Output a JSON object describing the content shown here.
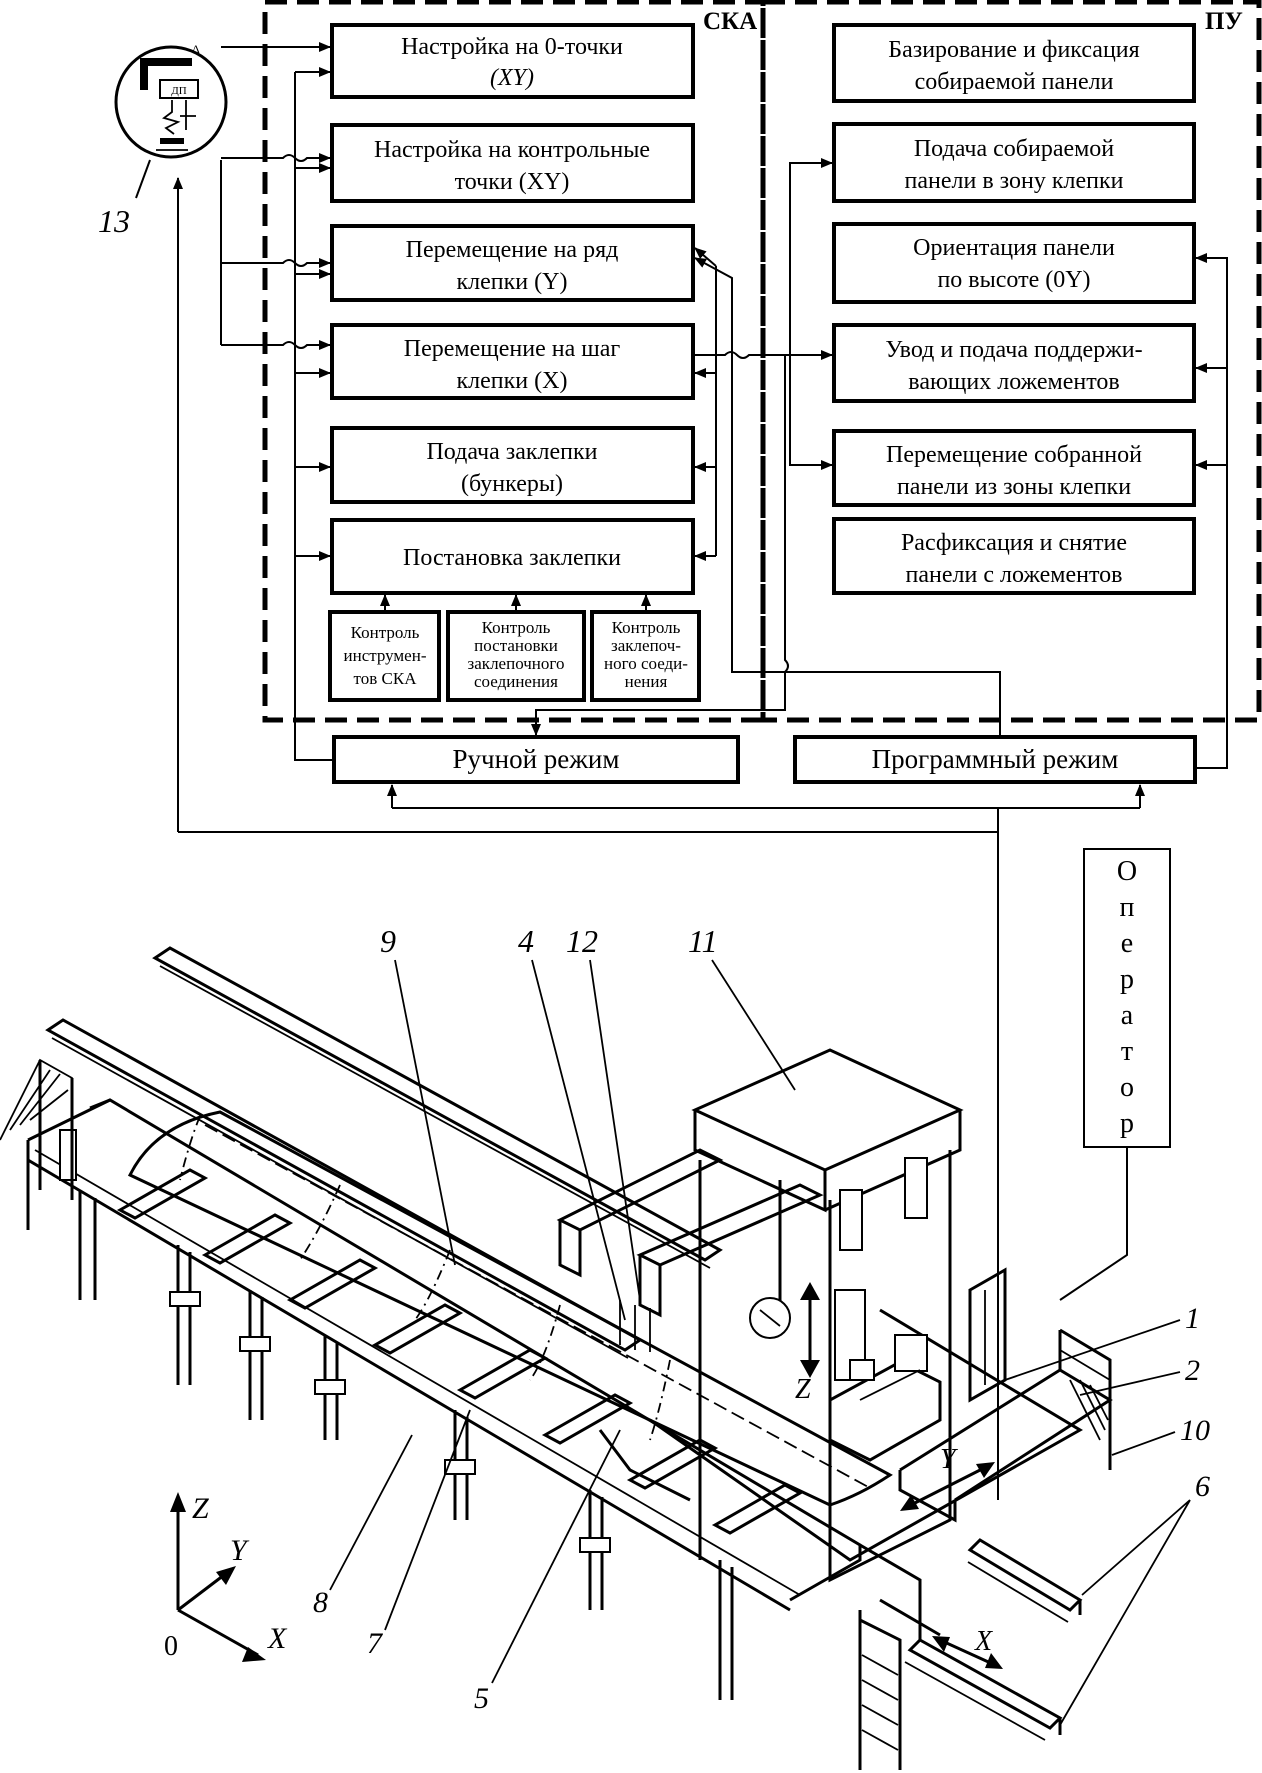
{
  "zones": {
    "ska": "СКА",
    "pu": "ПУ"
  },
  "left_blocks": [
    {
      "l1": "Настройка на 0-точки",
      "l2": "(XY)"
    },
    {
      "l1": "Настройка на контрольные",
      "l2": "точки (XY)"
    },
    {
      "l1": "Перемещение на ряд",
      "l2": "клепки (Y)"
    },
    {
      "l1": "Перемещение на шаг",
      "l2": "клепки (X)"
    },
    {
      "l1": "Подача заклепки",
      "l2": "(бункеры)"
    },
    {
      "l1": "Постановка заклепки",
      "l2": ""
    }
  ],
  "control_blocks": [
    [
      "Контроль",
      "инструмен-",
      "тов СКА"
    ],
    [
      "Контроль",
      "постановки",
      "заклепочного",
      "соединения"
    ],
    [
      "Контроль",
      "заклепоч-",
      "ного соеди-",
      "нения"
    ]
  ],
  "right_blocks": [
    {
      "l1": "Базирование и фиксация",
      "l2": "собираемой панели"
    },
    {
      "l1": "Подача собираемой",
      "l2": "панели в зону клепки"
    },
    {
      "l1": "Ориентация панели",
      "l2": "по высоте (0Y)"
    },
    {
      "l1": "Увод и подача поддержи-",
      "l2": "вающих ложементов"
    },
    {
      "l1": "Перемещение собранной",
      "l2": "панели из зоны клепки"
    },
    {
      "l1": "Расфиксация и снятие",
      "l2": "панели с ложементов"
    }
  ],
  "modes": {
    "manual": "Ручной режим",
    "program": "Программный режим"
  },
  "operator": [
    "О",
    "п",
    "е",
    "р",
    "а",
    "т",
    "о",
    "р"
  ],
  "sensor": {
    "label": "13",
    "delta": "Δ",
    "dp": "ДП"
  },
  "callouts": [
    "9",
    "4",
    "12",
    "11",
    "1",
    "2",
    "10",
    "6",
    "8",
    "7",
    "5"
  ],
  "axes": {
    "z": "Z",
    "y": "Y",
    "x": "X",
    "origin": "0"
  },
  "machine_axes": {
    "z": "Z",
    "y": "Y",
    "x": "X"
  }
}
